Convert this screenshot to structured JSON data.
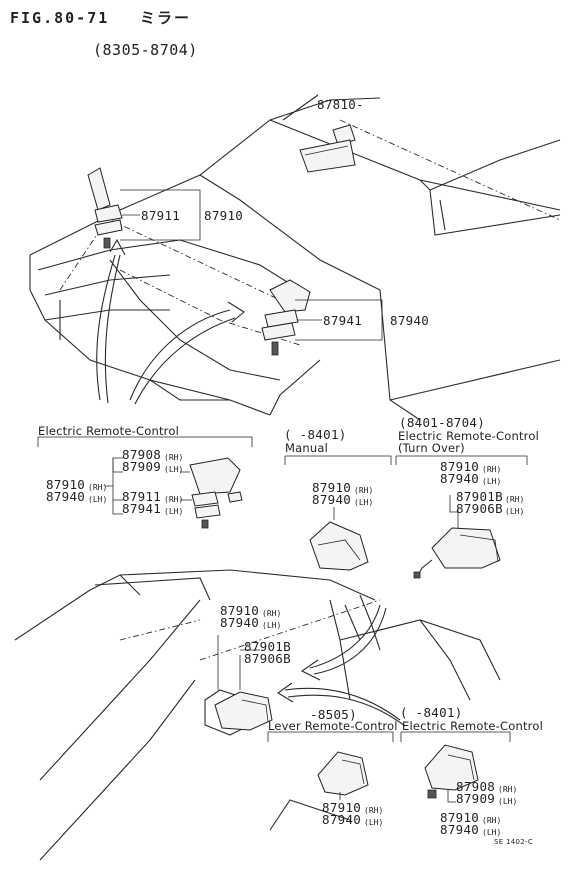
{
  "header": {
    "fig": "FIG.80-71",
    "title_jp": "ミラー",
    "period": "(8305-8704)"
  },
  "top": {
    "inner_mirror": "87810-",
    "left_mirror_a": "87911",
    "left_mirror_b": "87910",
    "right_mirror_a": "87941",
    "right_mirror_b": "87940"
  },
  "sections": {
    "electric_left": {
      "title": "Electric Remote-Control",
      "p1": "87908",
      "p1s": "(RH)",
      "p2": "87909",
      "p2s": "(LH)",
      "p3": "87910",
      "p3s": "(RH)",
      "p4": "87940",
      "p4s": "(LH)",
      "p5": "87911",
      "p5s": "(RH)",
      "p6": "87941",
      "p6s": "(LH)"
    },
    "manual": {
      "range": "(      -8401)",
      "title": "Manual",
      "p1": "87910",
      "p1s": "(RH)",
      "p2": "87940",
      "p2s": "(LH)"
    },
    "turnover": {
      "range": "(8401-8704)",
      "title1": "Electric Remote-Control",
      "title2": "(Turn Over)",
      "p1": "87910",
      "p1s": "(RH)",
      "p2": "87940",
      "p2s": "(LH)",
      "p3": "87901B",
      "p3s": "(RH)",
      "p4": "87906B",
      "p4s": "(LH)"
    },
    "door": {
      "p1": "87910",
      "p1s": "(RH)",
      "p2": "87940",
      "p2s": "(LH)",
      "p3": "87901B",
      "p4": "87906B"
    },
    "lever": {
      "range": "-8505)",
      "title": "Lever Remote-Control",
      "p1": "87910",
      "p1s": "(RH)",
      "p2": "87940",
      "p2s": "(LH)"
    },
    "electric_right": {
      "range": "(      -8401)",
      "title": "Electric Remote-Control",
      "p1": "87908",
      "p1s": "(RH)",
      "p2": "87909",
      "p2s": "(LH)",
      "p3": "87910",
      "p3s": "(RH)",
      "p4": "87940",
      "p4s": "(LH)"
    }
  },
  "footer": {
    "code": "SE 1402-C"
  }
}
